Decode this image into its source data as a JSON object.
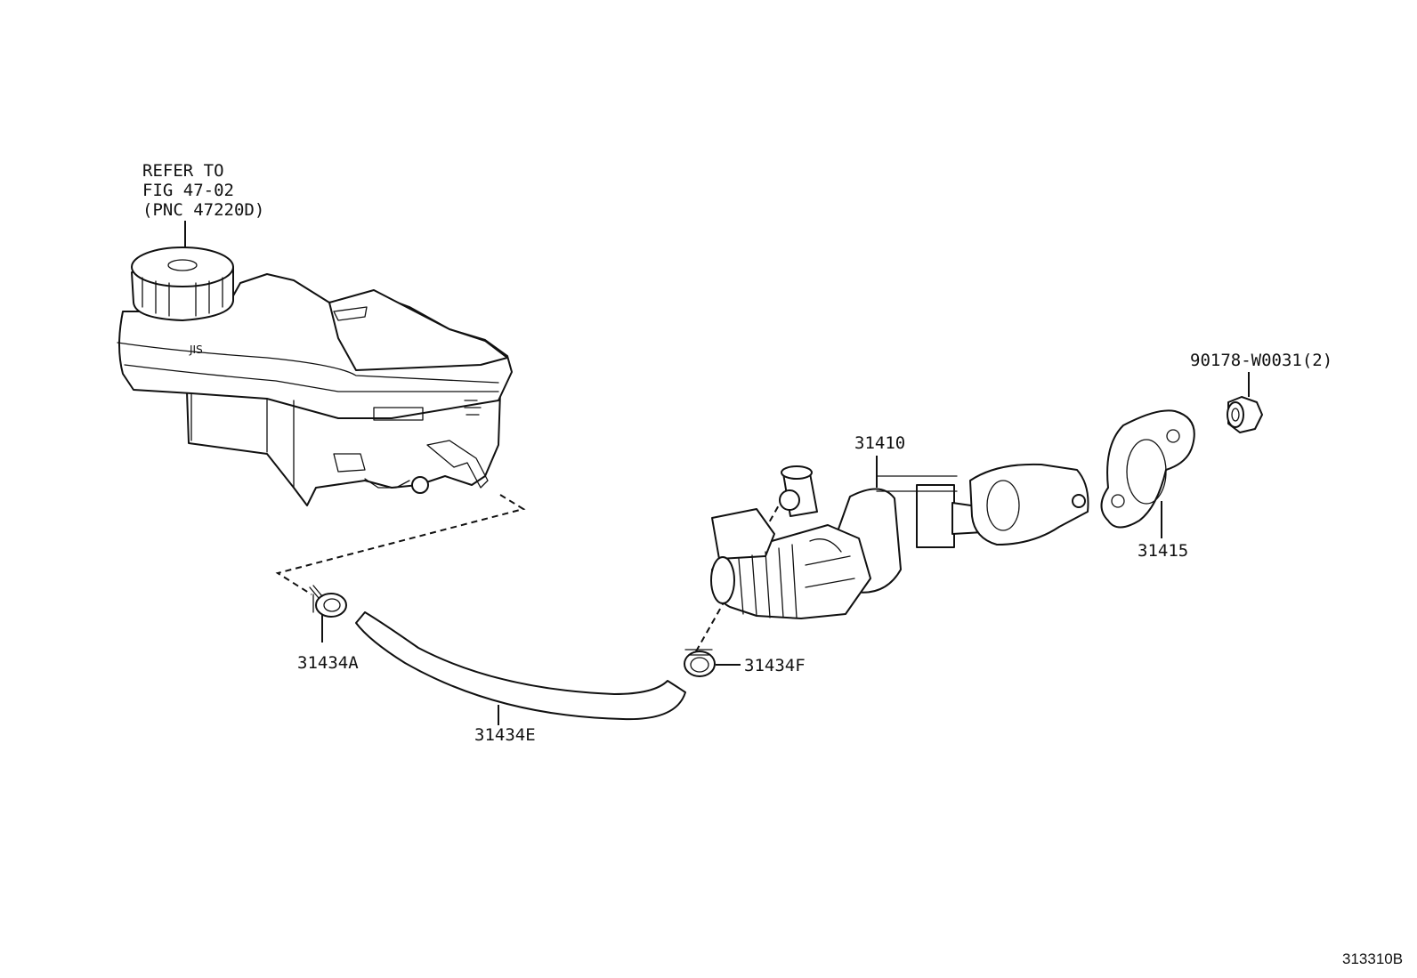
{
  "reference_note": {
    "line1": "REFER TO",
    "line2": "FIG 47-02",
    "line3": "(PNC 47220D)"
  },
  "callouts": {
    "master_cylinder": "31410",
    "gasket": "31415",
    "nut": "90178-W0031(2)",
    "clip_a": "31434A",
    "hose": "31434E",
    "clip_f": "31434F"
  },
  "figure_code": "313310B"
}
